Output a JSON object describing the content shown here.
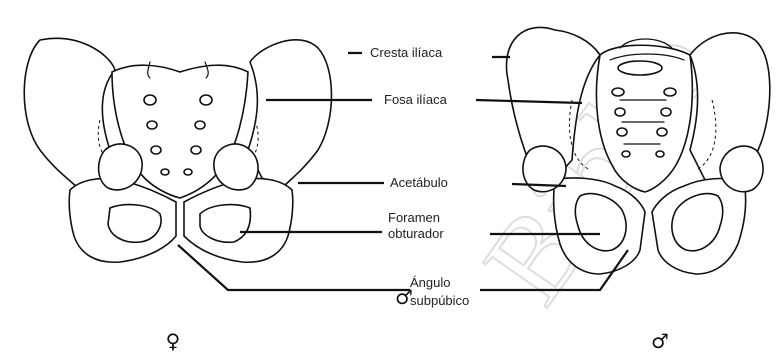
{
  "labels": {
    "iliac_crest": "Cresta ilíaca",
    "iliac_fossa": "Fosa ilíaca",
    "acetabulum": "Acetábulo",
    "obturator_1": "Foramen",
    "obturator_2": "obturador",
    "subpubic_1": "Ángulo",
    "subpubic_2": "subpúbico"
  },
  "symbols": {
    "female": "♀",
    "male": "♂"
  },
  "watermark": "Biblio",
  "colors": {
    "ink": "#111111",
    "background": "#ffffff",
    "watermark": "#9aa0a6"
  }
}
